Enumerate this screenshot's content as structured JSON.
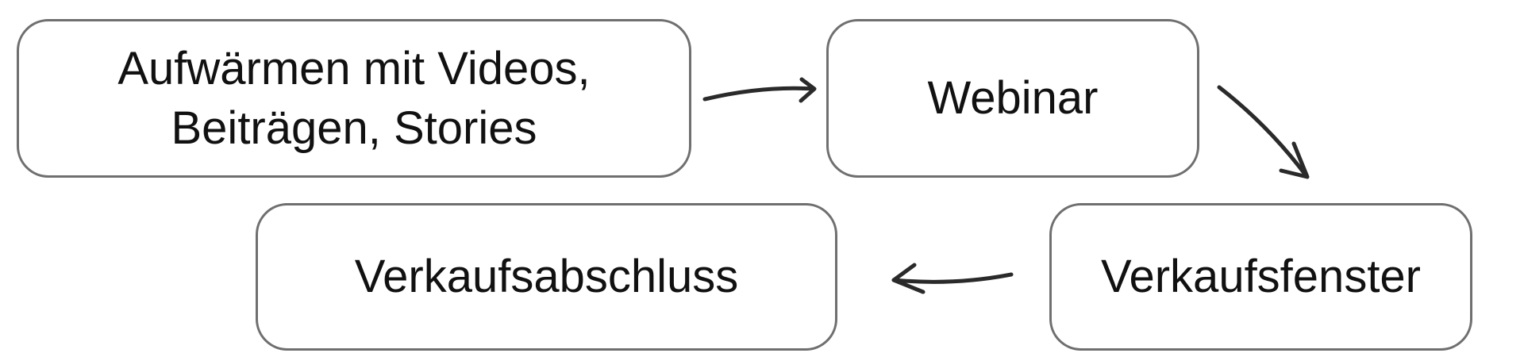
{
  "diagram": {
    "nodes": {
      "warmup": {
        "line1": "Aufwärmen mit Videos,",
        "line2": "Beiträgen, Stories"
      },
      "webinar": {
        "label": "Webinar"
      },
      "sales_window": {
        "label": "Verkaufsfenster"
      },
      "sales_close": {
        "label": "Verkaufsabschluss"
      }
    },
    "edges": [
      {
        "from": "warmup",
        "to": "webinar"
      },
      {
        "from": "webinar",
        "to": "sales_window"
      },
      {
        "from": "sales_window",
        "to": "sales_close"
      }
    ],
    "colors": {
      "node_border": "#6f6f6f",
      "arrow": "#2a2a2a",
      "text": "#111111",
      "background": "#ffffff"
    }
  }
}
